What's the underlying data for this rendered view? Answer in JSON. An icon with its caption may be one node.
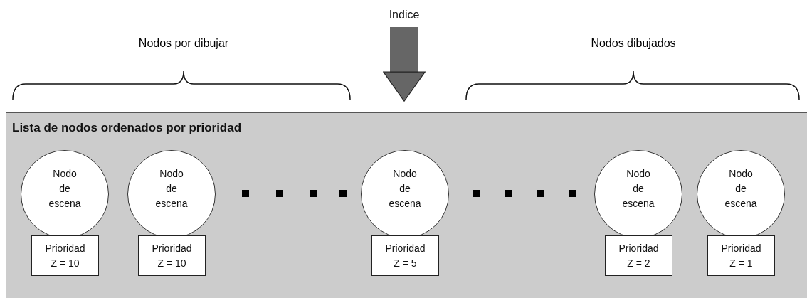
{
  "diagram": {
    "nodes": [
      {
        "text": [
          "Indice"
        ]
      },
      {
        "text": [
          "Lista de nodos ordenados por prioridad"
        ]
      },
      {
        "text": [
          "Nodo de escena"
        ],
        "in": 1
      },
      {
        "text": [
          "Prioridad Z = 10"
        ],
        "in": 1
      },
      {
        "text": [
          "Nodo de escena"
        ],
        "in": 1
      },
      {
        "text": [
          "Prioridad Z = 10"
        ],
        "in": 1
      },
      {
        "text": [
          "Nodo de escena"
        ],
        "in": 1
      },
      {
        "text": [
          "Prioridad Z = 5"
        ],
        "in": 1
      },
      {
        "text": [
          "Nodo de escena"
        ],
        "in": 1
      },
      {
        "text": [
          "Prioridad Z = 2"
        ],
        "in": 1
      },
      {
        "text": [
          "Nodo de escena"
        ],
        "in": 1
      },
      {
        "text": [
          "Prioridad Z = 1"
        ],
        "in": 1
      }
    ],
    "edges": [
      {
        "from": 0,
        "to": 1,
        "arrow": "to"
      }
    ],
    "labels": [
      "Nodos por dibujar",
      "Nodos dibujados"
    ]
  }
}
